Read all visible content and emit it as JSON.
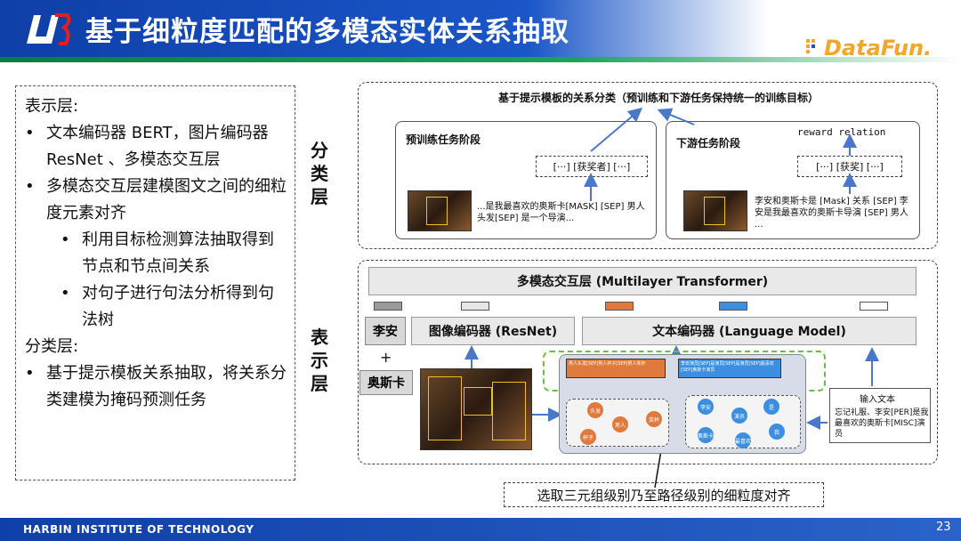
{
  "header": {
    "title": "基于细粒度匹配的多模态实体关系抽取",
    "brand": "DataFun."
  },
  "left_panel": {
    "section1_title": "表示层:",
    "bullet1": "文本编码器 BERT，图片编码器 ResNet 、多模态交互层",
    "bullet2": "多模态交互层建模图文之间的细粒度元素对齐",
    "sub1": "利用目标检测算法抽取得到节点和节点间关系",
    "sub2": "对句子进行句法分析得到句法树",
    "section2_title": "分类层:",
    "bullet3": "基于提示模板关系抽取，将关系分类建模为掩码预测任务"
  },
  "labels": {
    "classify_layer": "分类层",
    "represent_layer": "表示层"
  },
  "top_diagram": {
    "title": "基于提示模板的关系分类（预训练和下游任务保持统一的训练目标）",
    "pretrain_title": "预训练任务阶段",
    "pretrain_template": "[···] [获奖者] [···]",
    "pretrain_text": "...是我最喜欢的奥斯卡[MASK] [SEP] 男人头发[SEP] 是一个导演...",
    "downstream_title": "下游任务阶段",
    "reward_relation": "reward relation",
    "downstream_template": "[···] [获奖] [···]",
    "downstream_text": "李安和奥斯卡是 [Mask] 关系 [SEP] 李安是我最喜欢的奥斯卡导演 [SEP] 男人 ..."
  },
  "bottom_diagram": {
    "multimodal_layer": "多模态交互层 (Multilayer Transformer)",
    "image_encoder": "图像编码器 (ResNet)",
    "text_encoder": "文本编码器 (Language Model)",
    "entity1": "李安",
    "plus": "+",
    "entity2": "奥斯卡",
    "seq_left": "男人头发[SEP]男人杯子[SEP]男人奖杯",
    "seq_right": "李安演员[SEP]是演员[SEP]是演员[SEP]最喜欢[SEP]奥斯卡演员",
    "input_text_title": "输入文本",
    "input_text_body": "忘记礼服、李安[PER]是我最喜欢的奥斯卡[MISC]演员",
    "node_labels_left": [
      "头发",
      "男人",
      "奖杯",
      "杯子"
    ],
    "node_labels_right": [
      "李安",
      "演员",
      "是",
      "奥斯卡",
      "最喜欢",
      "我"
    ],
    "caption": "选取三元组级别乃至路径级别的细粒度对齐"
  },
  "footer": {
    "institution": "HARBIN INSTITUTE OF TECHNOLOGY",
    "page": "23"
  },
  "colors": {
    "header_blue": "#1a56c8",
    "green_line": "#1ca35a",
    "orange": "#e07a3c",
    "blue": "#3b8ee0",
    "brand_orange": "#f2a72c"
  }
}
